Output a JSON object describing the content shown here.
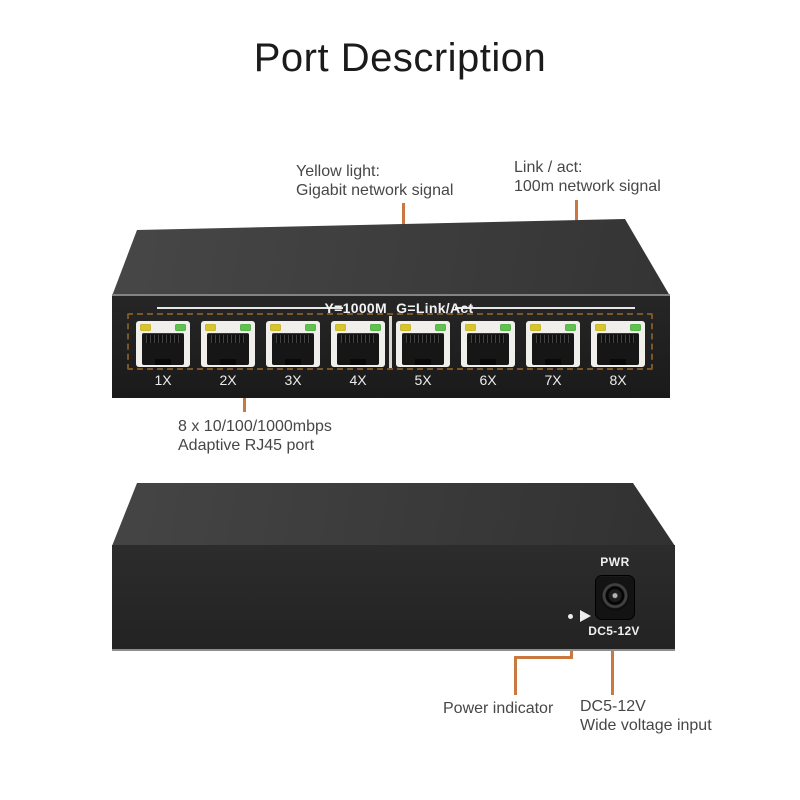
{
  "title": "Port Description",
  "annotations": {
    "yellow_light_line1": "Yellow light:",
    "yellow_light_line2": "Gigabit network signal",
    "link_act_line1": "Link / act:",
    "link_act_line2": "100m network signal",
    "rj45_caption_line1": "8 x 10/100/1000mbps",
    "rj45_caption_line2": "Adaptive RJ45 port",
    "power_indicator": "Power indicator",
    "dc_input_line1": "DC5-12V",
    "dc_input_line2": "Wide voltage input"
  },
  "front_view": {
    "panel_text": "Y=1000M G=Link/Act",
    "port_labels": [
      "1X",
      "2X",
      "3X",
      "4X",
      "5X",
      "6X",
      "7X",
      "8X"
    ]
  },
  "back_view": {
    "pwr_label": "PWR",
    "dc_label": "DC5-12V"
  },
  "colors": {
    "callout": "#c9793f",
    "yellow_led": "#d6c52f",
    "green_led": "#5fc14f"
  }
}
